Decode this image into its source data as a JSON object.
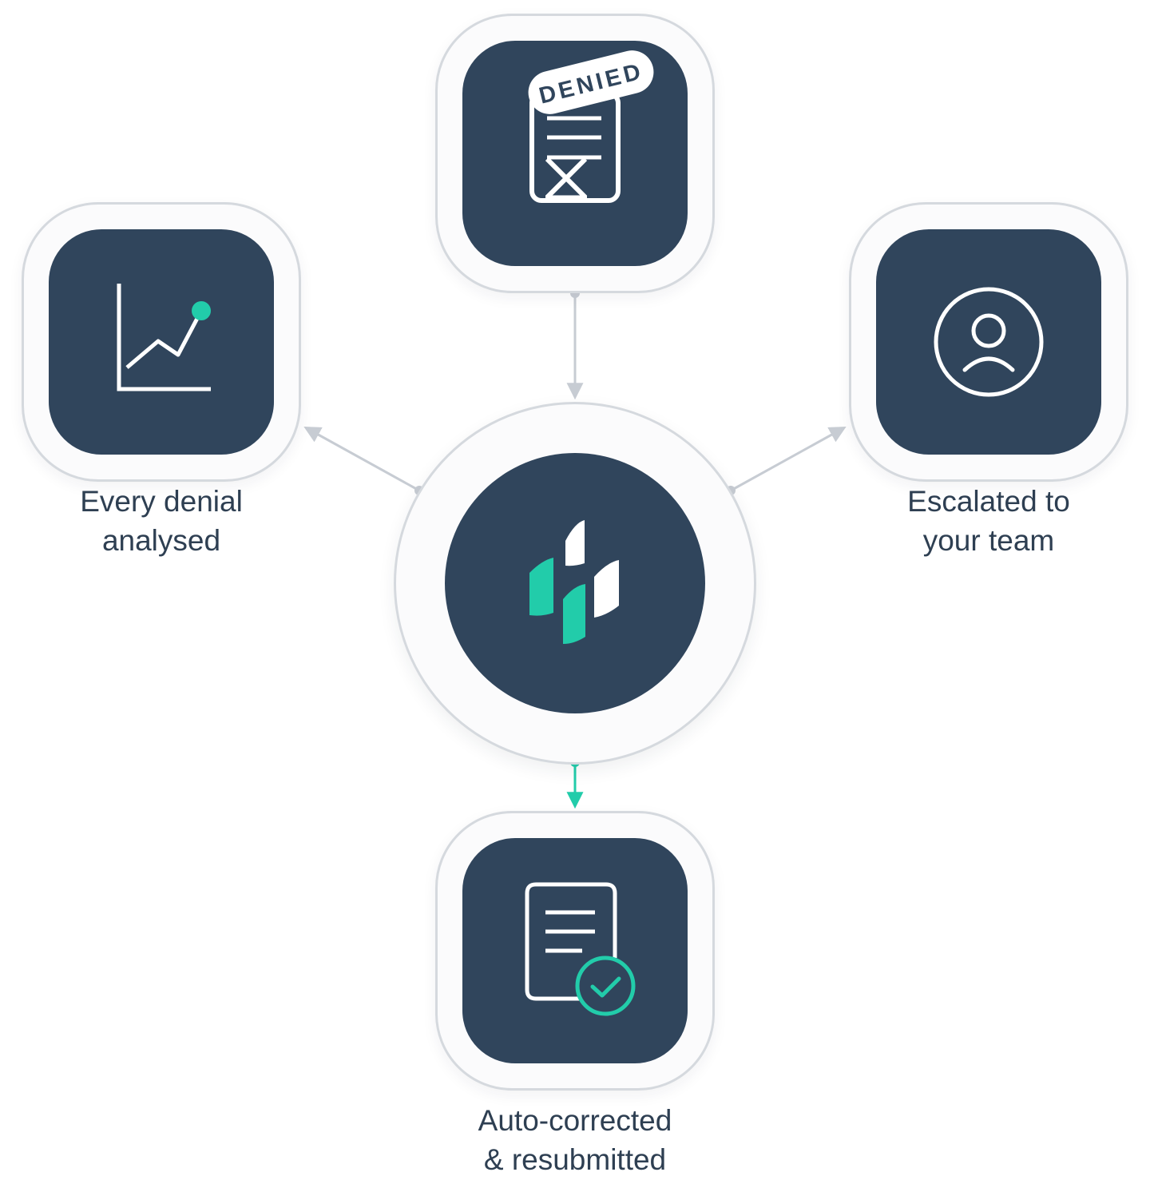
{
  "colors": {
    "tile": "#30455c",
    "accent": "#22ccaa",
    "connector": "#c7ccd3",
    "ring": "#d5d9de",
    "label": "#2e3f52"
  },
  "hub": {
    "icon": "brand-logo-icon"
  },
  "nodes": {
    "top": {
      "icon": "denied-document-icon",
      "stamp_text": "DENIED"
    },
    "left": {
      "icon": "line-chart-icon",
      "label_line1": "Every denial",
      "label_line2": "analysed"
    },
    "right": {
      "icon": "user-circle-icon",
      "label_line1": "Escalated to",
      "label_line2": "your team"
    },
    "bottom": {
      "icon": "document-check-icon",
      "label_line1": "Auto-corrected",
      "label_line2": "& resubmitted"
    }
  }
}
